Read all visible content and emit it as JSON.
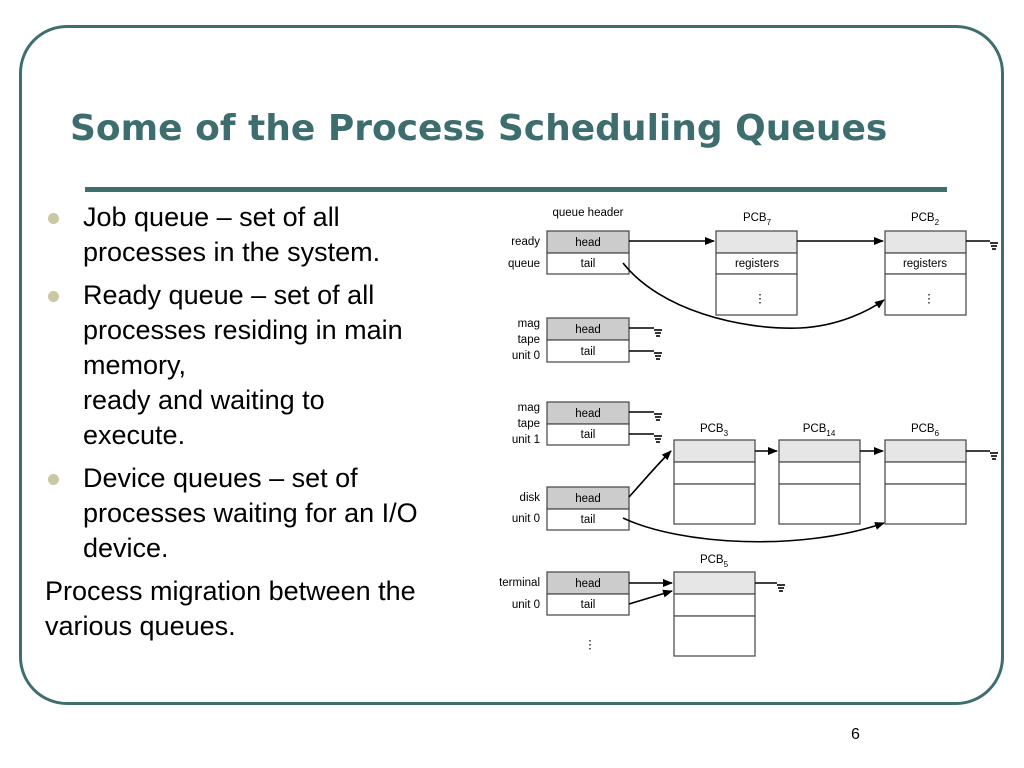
{
  "slide": {
    "title": "Some of the Process Scheduling Queues",
    "page_number": "6"
  },
  "bullets": [
    {
      "lines": [
        "Job queue – set of all",
        "processes in the system."
      ]
    },
    {
      "lines": [
        "Ready queue – set of all",
        "processes residing in main",
        "memory,",
        "ready and waiting to",
        "execute."
      ]
    },
    {
      "lines": [
        "Device queues – set of",
        "processes waiting for an I/O",
        "device."
      ]
    }
  ],
  "footer_paragraph": {
    "lines": [
      "Process migration between the",
      "various queues."
    ]
  },
  "diagram": {
    "queue_header_label": "queue header",
    "head_label": "head",
    "tail_label": "tail",
    "registers_label": "registers",
    "pcb_prefix": "PCB",
    "queues": [
      {
        "label": [
          "ready",
          "queue"
        ],
        "pcbs": [
          "7",
          "2"
        ]
      },
      {
        "label": [
          "mag",
          "tape",
          "unit 0"
        ],
        "pcbs": []
      },
      {
        "label": [
          "mag",
          "tape",
          "unit 1"
        ],
        "pcbs": []
      },
      {
        "label": [
          "disk",
          "unit 0"
        ],
        "pcbs": [
          "3",
          "14",
          "6"
        ]
      },
      {
        "label": [
          "terminal",
          "unit 0"
        ],
        "pcbs": [
          "5"
        ]
      }
    ],
    "ellipsis": "⋮",
    "colors": {
      "frame": "#3f6e6e",
      "title": "#3d6d6f",
      "bullet": "#c9c7a4",
      "header_fill": "#cccccc",
      "pcb_top_fill": "#e6e6e6"
    }
  }
}
